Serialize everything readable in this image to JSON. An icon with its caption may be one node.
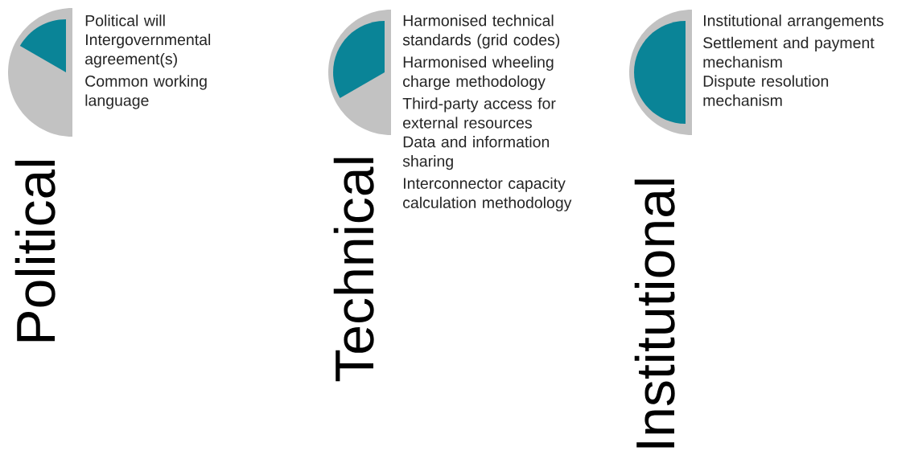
{
  "diagram": {
    "nodes": [
      {
        "text": [
          "Political"
        ],
        "beside": [
          "Political will",
          "Intergovernmental agreement(s)",
          "Common working language"
        ]
      },
      {
        "text": [
          "Technical"
        ],
        "beside": [
          "Harmonised technical standards (grid codes)",
          "Harmonised wheeling charge methodology",
          "Third-party access for external resources",
          "Data and information sharing",
          "Interconnector capacity calculation methodology"
        ]
      },
      {
        "text": [
          "Institutional"
        ],
        "beside": [
          "Institutional arrangements",
          "Settlement and payment mechanism",
          "Dispute resolution mechanism"
        ]
      }
    ]
  }
}
